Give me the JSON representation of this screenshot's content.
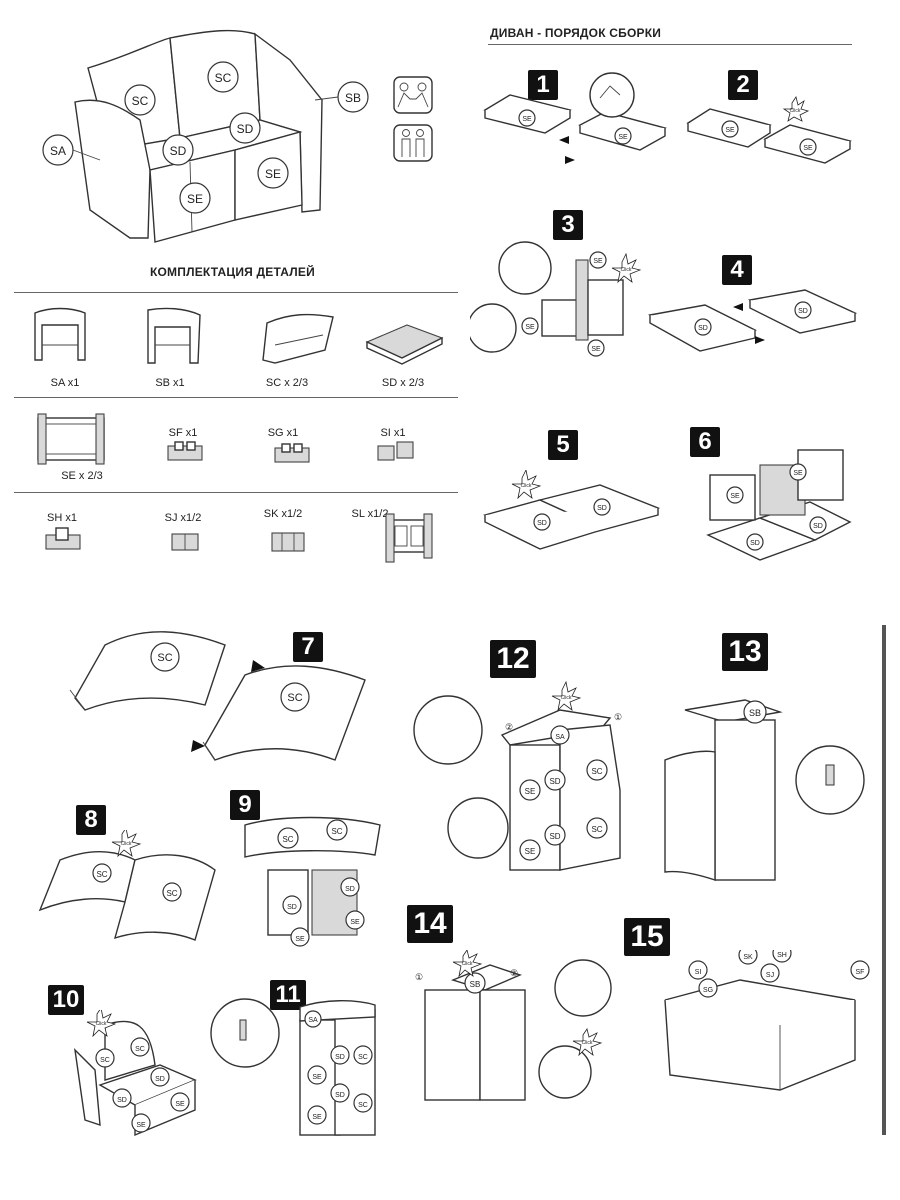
{
  "header": {
    "title": "ДИВАН - ПОРЯДОК СБОРКИ"
  },
  "parts_section": {
    "title": "КОМПЛЕКТАЦИЯ ДЕТАЛЕЙ"
  },
  "overview_labels": {
    "sa": "SA",
    "sb": "SB",
    "sc": "SC",
    "sd": "SD",
    "se": "SE"
  },
  "parts": [
    {
      "name": "SA x1"
    },
    {
      "name": "SB x1"
    },
    {
      "name": "SC x 2/3"
    },
    {
      "name": "SD x 2/3"
    },
    {
      "name": "SE x 2/3"
    },
    {
      "name": "SF x1"
    },
    {
      "name": "SG x1"
    },
    {
      "name": "SI x1"
    },
    {
      "name": "SH x1"
    },
    {
      "name": "SJ x1/2"
    },
    {
      "name": "SK x1/2"
    },
    {
      "name": "SL x1/2"
    }
  ],
  "steps": [
    "1",
    "2",
    "3",
    "4",
    "5",
    "6",
    "7",
    "8",
    "9",
    "10",
    "11",
    "12",
    "13",
    "14",
    "15"
  ],
  "click_label": "Click",
  "order_marks": {
    "first": "①",
    "second": "②"
  },
  "step15_labels": {
    "si": "SI",
    "sk": "SK",
    "sh": "SH",
    "sg": "SG",
    "sj": "SJ",
    "sf": "SF"
  }
}
